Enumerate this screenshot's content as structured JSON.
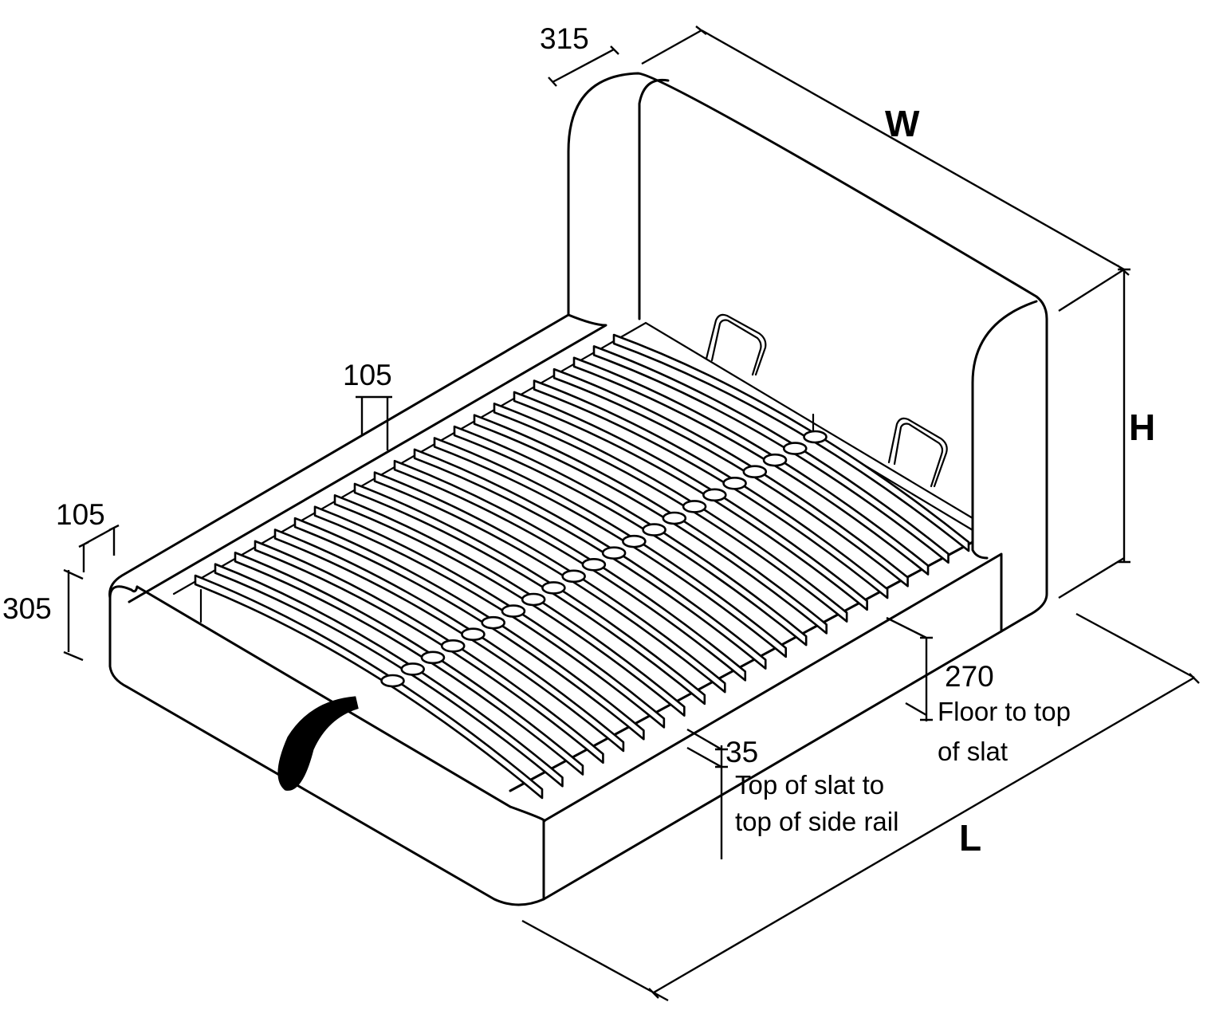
{
  "dimensions": {
    "wing_depth": "315",
    "width_label": "W",
    "height_label": "H",
    "length_label": "L",
    "post_width_top": "105",
    "post_width_corner": "105",
    "rail_height": "305",
    "floor_to_slat": "270",
    "slat_to_rail": "35"
  },
  "notes": {
    "floor_to_slat_line1": "Floor to top",
    "floor_to_slat_line2": "of slat",
    "slat_to_rail_line1": "Top of slat to",
    "slat_to_rail_line2": "top of side rail"
  },
  "slats": {
    "count": 22
  },
  "colors": {
    "ink": "#000000",
    "paper": "#ffffff"
  }
}
